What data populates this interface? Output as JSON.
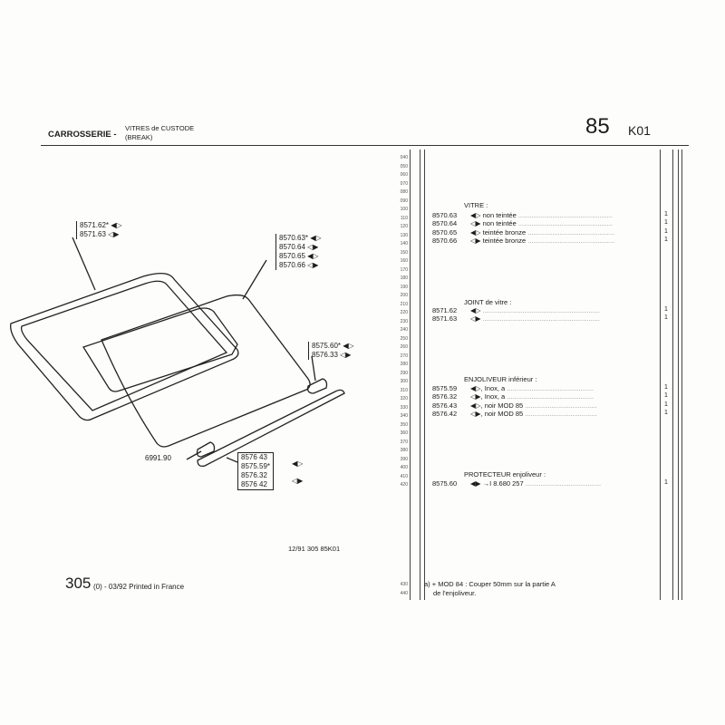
{
  "header": {
    "category": "CARROSSERIE -",
    "subtitle_line1": "VITRES de CUSTODE",
    "subtitle_line2": "(BREAK)",
    "model": "85",
    "page_code": "K01"
  },
  "line_numbers": [
    "040",
    "050",
    "060",
    "070",
    "080",
    "090",
    "100",
    "110",
    "120",
    "130",
    "140",
    "150",
    "160",
    "170",
    "180",
    "190",
    "200",
    "210",
    "220",
    "230",
    "240",
    "250",
    "260",
    "270",
    "280",
    "290",
    "300",
    "310",
    "320",
    "330",
    "340",
    "350",
    "360",
    "370",
    "380",
    "390",
    "400",
    "410",
    "420"
  ],
  "footnote_line_numbers": [
    "430",
    "440"
  ],
  "sections": [
    {
      "title": "VITRE :",
      "rows": [
        {
          "ref": "8570.63",
          "desc": "non teintée",
          "qty": "1"
        },
        {
          "ref": "8570.64",
          "desc": "non teintée",
          "qty": "1"
        },
        {
          "ref": "8570.65",
          "desc": "teintée bronze",
          "qty": "1"
        },
        {
          "ref": "8570.66",
          "desc": "teintée bronze",
          "qty": "1"
        }
      ]
    },
    {
      "title": "JOINT de vitre :",
      "rows": [
        {
          "ref": "8571.62",
          "desc": "",
          "qty": "1"
        },
        {
          "ref": "8571.63",
          "desc": "",
          "qty": "1"
        }
      ]
    },
    {
      "title": "ENJOLIVEUR inférieur :",
      "rows": [
        {
          "ref": "8575.59",
          "desc": ", Inox,  a",
          "qty": "1"
        },
        {
          "ref": "8576.32",
          "desc": ", Inox,  a",
          "qty": "1"
        },
        {
          "ref": "8576.43",
          "desc": ", noir  MOD 85",
          "qty": "1"
        },
        {
          "ref": "8576.42",
          "desc": ", noir  MOD 85",
          "qty": "1"
        }
      ]
    },
    {
      "title": "PROTECTEUR enjoliveur :",
      "rows": [
        {
          "ref": "8575.60",
          "desc": " 8.680 257",
          "qty": "1"
        }
      ]
    }
  ],
  "footnote": {
    "line1": "a)  +  MOD 84 : Couper 50mm sur la partie  A",
    "line2": "de l'enjoliveur."
  },
  "callouts": {
    "joint": [
      "8571.62*",
      "8571.63"
    ],
    "vitre": [
      "8570.63*",
      "8570.64",
      "8570.65",
      "8570.66"
    ],
    "protecteur": [
      "8575.60*",
      "8576.33"
    ],
    "clip": "6991.90",
    "enjoliveur": [
      "8576 43",
      "8575.59*",
      "8576.32",
      "8576 42"
    ]
  },
  "drawing_ref": "12/91  305  85K01",
  "footer": {
    "model_number": "305",
    "suffix": "(0) - 03/92 Printed in France"
  }
}
